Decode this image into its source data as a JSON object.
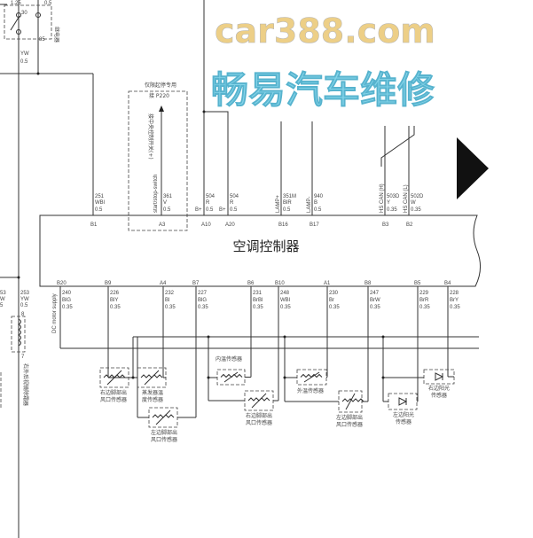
{
  "controller": {
    "title": "空调控制器"
  },
  "top_left": {
    "relay_labels": [
      "1.25",
      "0.5",
      "30",
      "85"
    ],
    "relay_name": "继电器",
    "wire": [
      "YW",
      "0.5"
    ]
  },
  "start_stop": {
    "note": "仅限起停专用",
    "connect": "接 P220",
    "connect2": "接中央控制开关(+)",
    "signal": "start/stop-switch"
  },
  "top_pins": [
    {
      "pin": "B1",
      "wire": "251",
      "color": "WBl",
      "gauge": "0.5",
      "side": ""
    },
    {
      "pin": "A3",
      "wire": "361",
      "color": "V",
      "gauge": "0.5",
      "side": ""
    },
    {
      "pin": "A10",
      "wire": "504",
      "color": "R",
      "gauge": "0.5",
      "side": "B+"
    },
    {
      "pin": "A20",
      "wire": "504",
      "color": "R",
      "gauge": "0.5",
      "side": "B+"
    },
    {
      "pin": "B16",
      "wire": "351M",
      "color": "BlR",
      "gauge": "0.5",
      "side": "LAMP+"
    },
    {
      "pin": "B17",
      "wire": "940",
      "color": "B",
      "gauge": "0.5",
      "side": "LAMP-"
    },
    {
      "pin": "B3",
      "wire": "503D",
      "color": "Y",
      "gauge": "0.35",
      "side": "HS CAN (H)"
    },
    {
      "pin": "B2",
      "wire": "502D",
      "color": "W",
      "gauge": "0.35",
      "side": "HS CAN (L)"
    }
  ],
  "bottom_pins": [
    {
      "pin": "B20",
      "wire": "240",
      "color": "BlG",
      "gauge": "0.35",
      "side": "DC motor supply"
    },
    {
      "pin": "B9",
      "wire": "226",
      "color": "BlY",
      "gauge": "0.35"
    },
    {
      "pin": "A4",
      "wire": "232",
      "color": "Bl",
      "gauge": "0.35"
    },
    {
      "pin": "B7",
      "wire": "227",
      "color": "BlG",
      "gauge": "0.35"
    },
    {
      "pin": "B6",
      "wire": "231",
      "color": "BrBl",
      "gauge": "0.35"
    },
    {
      "pin": "B10",
      "wire": "248",
      "color": "WBl",
      "gauge": "0.35"
    },
    {
      "pin": "A1",
      "wire": "230",
      "color": "Br",
      "gauge": "0.35"
    },
    {
      "pin": "B8",
      "wire": "247",
      "color": "BrW",
      "gauge": "0.35"
    },
    {
      "pin": "B5",
      "wire": "229",
      "color": "BrR",
      "gauge": "0.35"
    },
    {
      "pin": "B4",
      "wire": "228",
      "color": "BrY",
      "gauge": "0.35"
    }
  ],
  "left_side": {
    "wire_a": [
      "53",
      "W",
      "5"
    ],
    "wire_b": [
      "253",
      "YW",
      "0.5"
    ],
    "coil_pins": [
      "8",
      "7"
    ],
    "device": "右外后视镜除霜器"
  },
  "sensors": [
    {
      "name": "右边脚部出风口传感器",
      "type": "thermistor"
    },
    {
      "name": "蒸发器温度传感器",
      "type": "thermistor"
    },
    {
      "name": "左边脚部出风口传感器",
      "type": "thermistor"
    },
    {
      "name": "内温传感器",
      "type": "thermistor"
    },
    {
      "name": "右边脚部出风口传感器",
      "type": "thermistor"
    },
    {
      "name": "外温传感器",
      "type": "thermistor"
    },
    {
      "name": "左边脚部出风口传感器",
      "type": "thermistor"
    },
    {
      "name": "左边阳光传感器",
      "type": "photodiode"
    },
    {
      "name": "右边阳光传感器",
      "type": "photodiode"
    }
  ],
  "watermark": {
    "site": "car388.com",
    "brand": "畅易汽车维修"
  }
}
